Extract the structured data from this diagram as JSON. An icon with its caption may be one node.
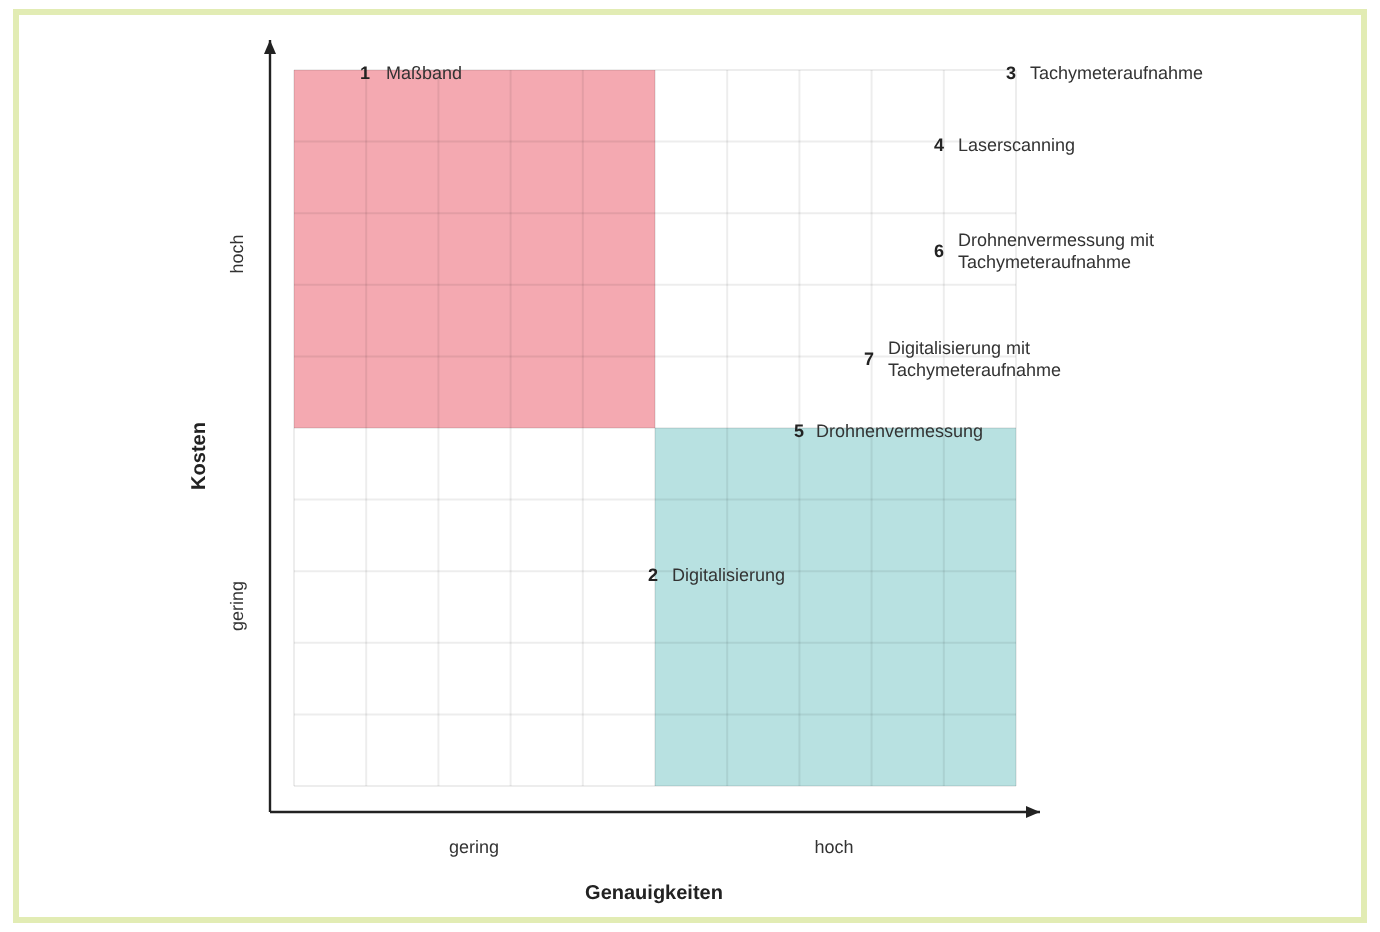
{
  "diagram": {
    "labels": [
      "1",
      "Maßband",
      "3",
      "Tachymeteraufnahme",
      "4",
      "Laserscanning",
      "hoch",
      "6",
      "Drohnenvermessung mit Tachymeteraufnahme",
      "Kosten",
      "7",
      "Digitalisierung mit Tachymeteraufnahme",
      "5",
      "Drohnenvermessung",
      "2",
      "Digitalisierung",
      "gering",
      "gering",
      "hoch",
      "Genauigkeiten"
    ]
  }
}
